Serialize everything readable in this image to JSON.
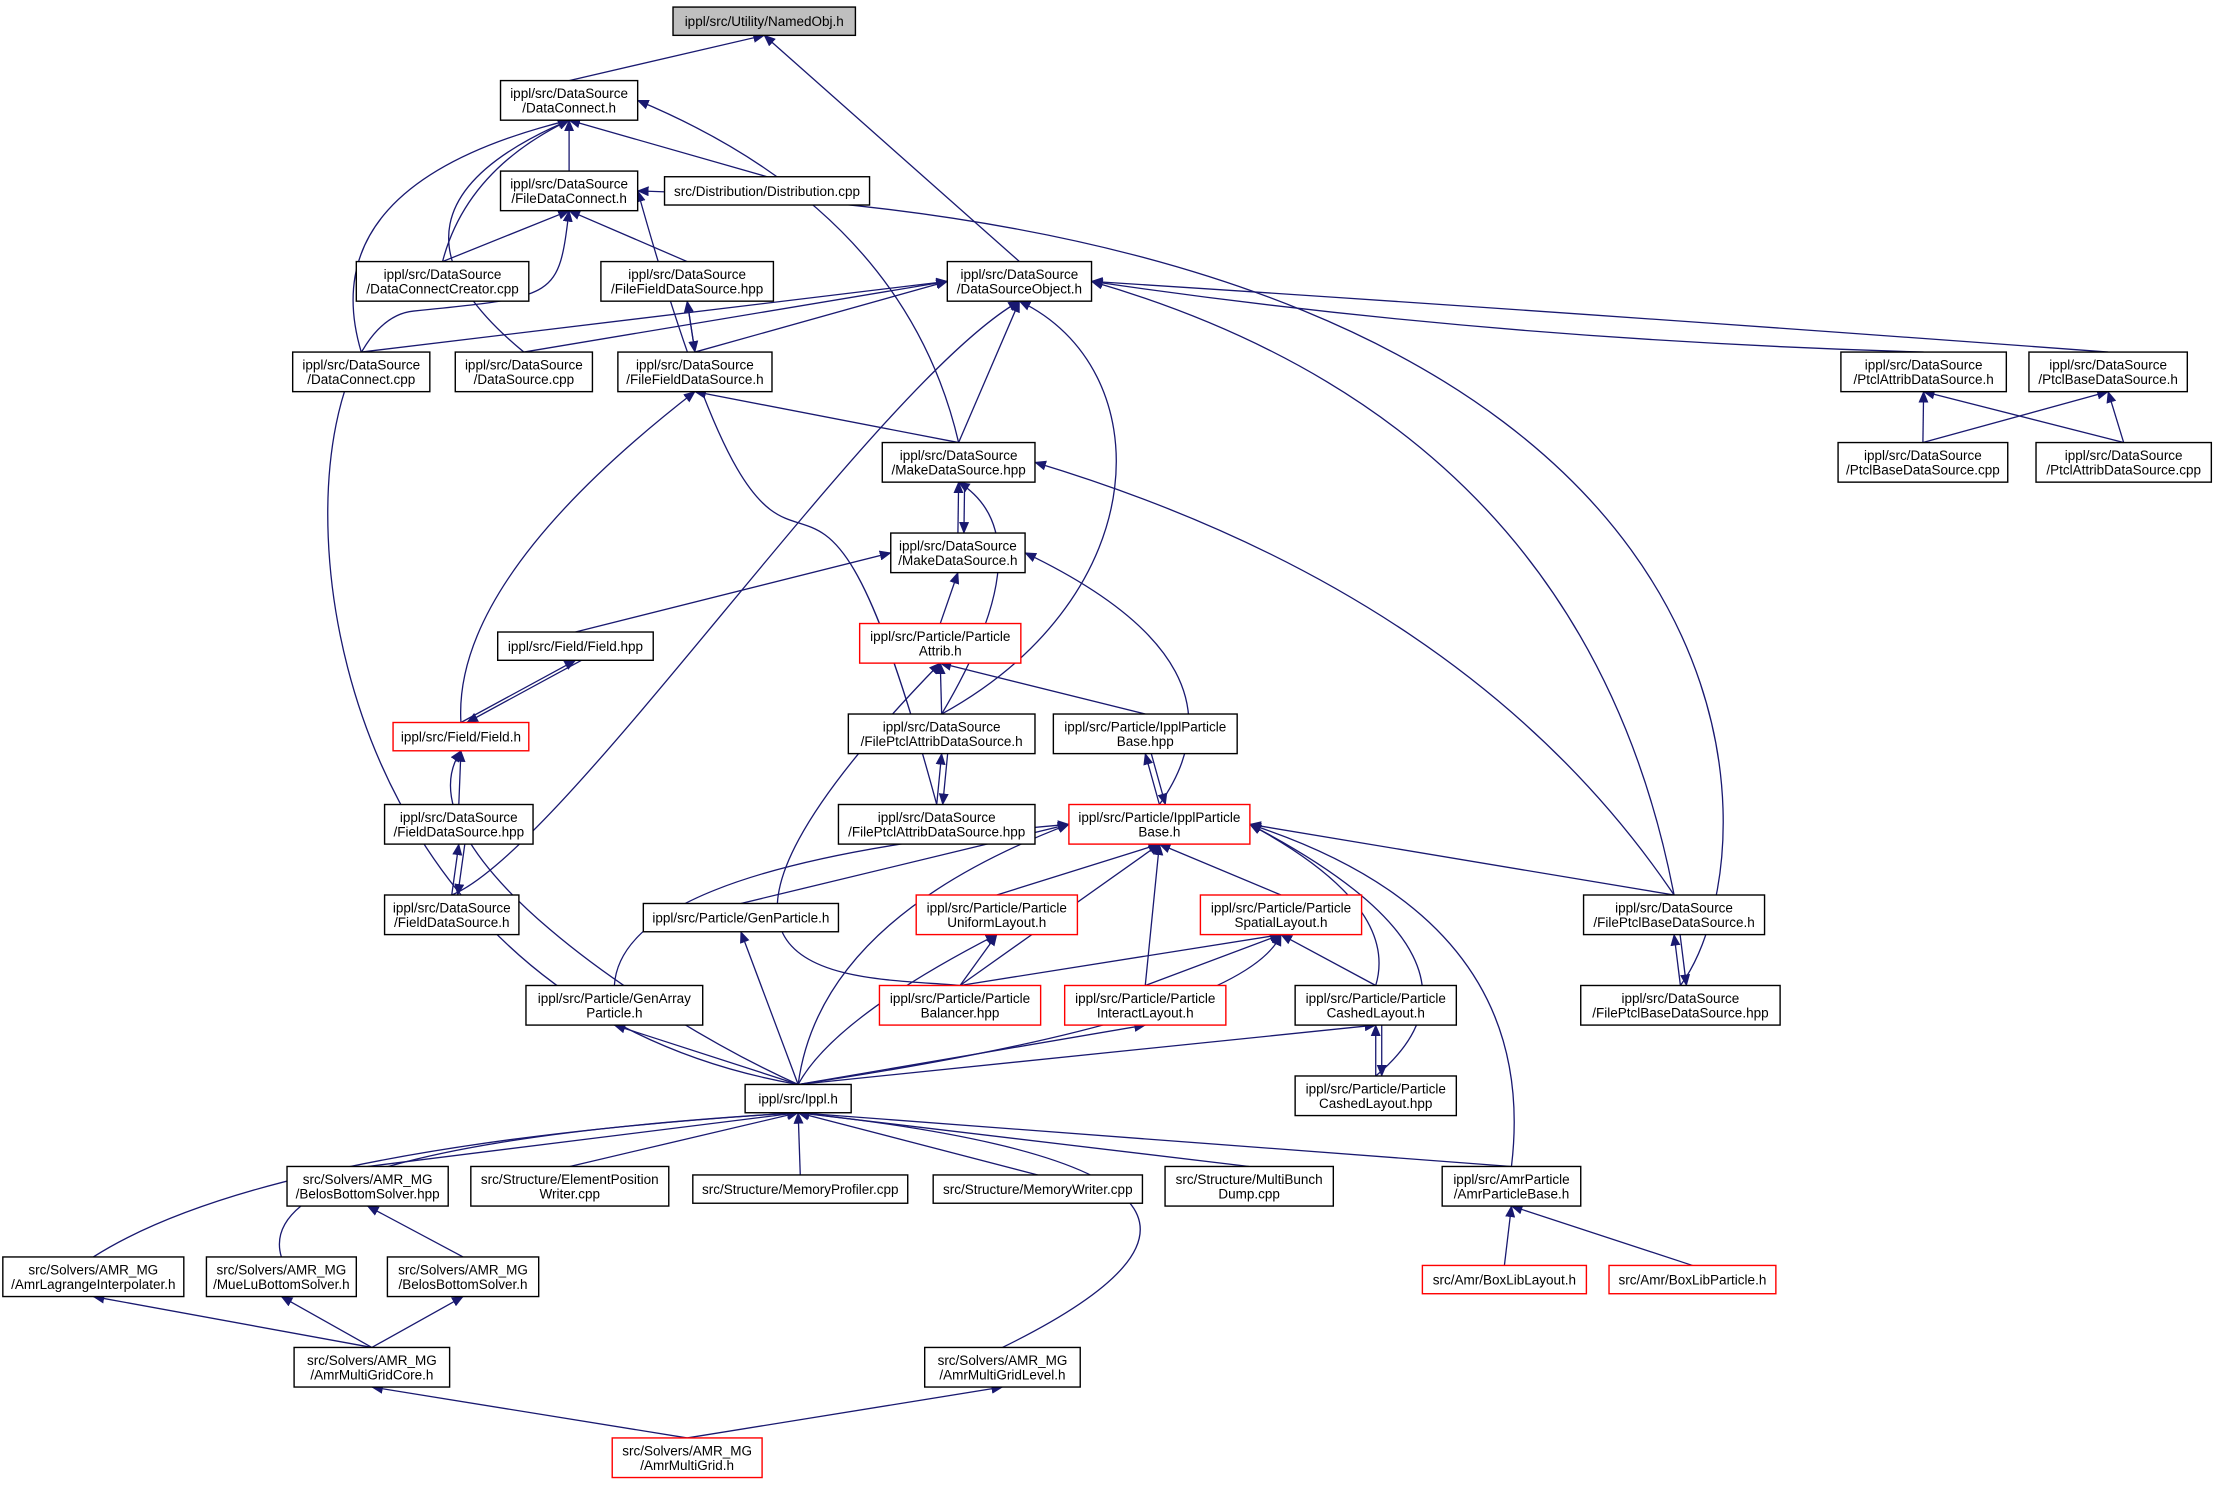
{
  "colors": {
    "edge": "#191970",
    "root_fill": "#bfbfbf",
    "red_border": "#ff0000",
    "border": "#000000"
  },
  "nodes": {
    "namedobj": {
      "lines": [
        "ippl/src/Utility/NamedObj.h"
      ],
      "root": true
    },
    "dataconn": {
      "lines": [
        "ippl/src/DataSource",
        "/DataConnect.h"
      ]
    },
    "filedc": {
      "lines": [
        "ippl/src/DataSource",
        "/FileDataConnect.h"
      ]
    },
    "distcpp": {
      "lines": [
        "src/Distribution/Distribution.cpp"
      ]
    },
    "dccreator": {
      "lines": [
        "ippl/src/DataSource",
        "/DataConnectCreator.cpp"
      ]
    },
    "ffdshpp": {
      "lines": [
        "ippl/src/DataSource",
        "/FileFieldDataSource.hpp"
      ]
    },
    "dsobj": {
      "lines": [
        "ippl/src/DataSource",
        "/DataSourceObject.h"
      ]
    },
    "dccpp": {
      "lines": [
        "ippl/src/DataSource",
        "/DataConnect.cpp"
      ]
    },
    "dscpp": {
      "lines": [
        "ippl/src/DataSource",
        "/DataSource.cpp"
      ]
    },
    "ffdsh": {
      "lines": [
        "ippl/src/DataSource",
        "/FileFieldDataSource.h"
      ]
    },
    "ptclattrh": {
      "lines": [
        "ippl/src/DataSource",
        "/PtclAttribDataSource.h"
      ]
    },
    "ptclbaseh": {
      "lines": [
        "ippl/src/DataSource",
        "/PtclBaseDataSource.h"
      ]
    },
    "ptclbasecpp": {
      "lines": [
        "ippl/src/DataSource",
        "/PtclBaseDataSource.cpp"
      ]
    },
    "ptclattrcpp": {
      "lines": [
        "ippl/src/DataSource",
        "/PtclAttribDataSource.cpp"
      ]
    },
    "mkdshpp": {
      "lines": [
        "ippl/src/DataSource",
        "/MakeDataSource.hpp"
      ]
    },
    "mkdsh": {
      "lines": [
        "ippl/src/DataSource",
        "/MakeDataSource.h"
      ]
    },
    "pattrib": {
      "lines": [
        "ippl/src/Particle/Particle",
        "Attrib.h"
      ],
      "red": true
    },
    "fieldhpp": {
      "lines": [
        "ippl/src/Field/Field.hpp"
      ]
    },
    "fieldh": {
      "lines": [
        "ippl/src/Field/Field.h"
      ],
      "red": true
    },
    "fpads": {
      "lines": [
        "ippl/src/DataSource",
        "/FilePtclAttribDataSource.h"
      ]
    },
    "ipbhpp": {
      "lines": [
        "ippl/src/Particle/IpplParticle",
        "Base.hpp"
      ]
    },
    "fdshpp": {
      "lines": [
        "ippl/src/DataSource",
        "/FieldDataSource.hpp"
      ]
    },
    "fpadshpp": {
      "lines": [
        "ippl/src/DataSource",
        "/FilePtclAttribDataSource.hpp"
      ]
    },
    "ipbh": {
      "lines": [
        "ippl/src/Particle/IpplParticle",
        "Base.h"
      ],
      "red": true
    },
    "fdsh": {
      "lines": [
        "ippl/src/DataSource",
        "/FieldDataSource.h"
      ]
    },
    "genpart": {
      "lines": [
        "ippl/src/Particle/GenParticle.h"
      ]
    },
    "unilay": {
      "lines": [
        "ippl/src/Particle/Particle",
        "UniformLayout.h"
      ],
      "red": true
    },
    "spatlay": {
      "lines": [
        "ippl/src/Particle/Particle",
        "SpatialLayout.h"
      ],
      "red": true
    },
    "fpbds": {
      "lines": [
        "ippl/src/DataSource",
        "/FilePtclBaseDataSource.h"
      ]
    },
    "genarr": {
      "lines": [
        "ippl/src/Particle/GenArray",
        "Particle.h"
      ]
    },
    "balancer": {
      "lines": [
        "ippl/src/Particle/Particle",
        "Balancer.hpp"
      ],
      "red": true
    },
    "interact": {
      "lines": [
        "ippl/src/Particle/Particle",
        "InteractLayout.h"
      ],
      "red": true
    },
    "cached": {
      "lines": [
        "ippl/src/Particle/Particle",
        "CashedLayout.h"
      ]
    },
    "fpbdshpp": {
      "lines": [
        "ippl/src/DataSource",
        "/FilePtclBaseDataSource.hpp"
      ]
    },
    "cachedhpp": {
      "lines": [
        "ippl/src/Particle/Particle",
        "CashedLayout.hpp"
      ]
    },
    "ippl": {
      "lines": [
        "ippl/src/Ippl.h"
      ]
    },
    "belbothpp": {
      "lines": [
        "src/Solvers/AMR_MG",
        "/BelosBottomSolver.hpp"
      ]
    },
    "elemwr": {
      "lines": [
        "src/Structure/ElementPosition",
        "Writer.cpp"
      ]
    },
    "memprof": {
      "lines": [
        "src/Structure/MemoryProfiler.cpp"
      ]
    },
    "memwr": {
      "lines": [
        "src/Structure/MemoryWriter.cpp"
      ]
    },
    "multibunch": {
      "lines": [
        "src/Structure/MultiBunch",
        "Dump.cpp"
      ]
    },
    "amrpb": {
      "lines": [
        "ippl/src/AmrParticle",
        "/AmrParticleBase.h"
      ]
    },
    "amrlag": {
      "lines": [
        "src/Solvers/AMR_MG",
        "/AmrLagrangeInterpolater.h"
      ]
    },
    "muelu": {
      "lines": [
        "src/Solvers/AMR_MG",
        "/MueLuBottomSolver.h"
      ]
    },
    "belboth": {
      "lines": [
        "src/Solvers/AMR_MG",
        "/BelosBottomSolver.h"
      ]
    },
    "boxlay": {
      "lines": [
        "src/Amr/BoxLibLayout.h"
      ],
      "red": true
    },
    "boxpart": {
      "lines": [
        "src/Amr/BoxLibParticle.h"
      ],
      "red": true
    },
    "amrmgcore": {
      "lines": [
        "src/Solvers/AMR_MG",
        "/AmrMultiGridCore.h"
      ]
    },
    "amrmglev": {
      "lines": [
        "src/Solvers/AMR_MG",
        "/AmrMultiGridLevel.h"
      ]
    },
    "amrmg": {
      "lines": [
        "src/Solvers/AMR_MG",
        "/AmrMultiGrid.h"
      ],
      "red": true
    }
  }
}
